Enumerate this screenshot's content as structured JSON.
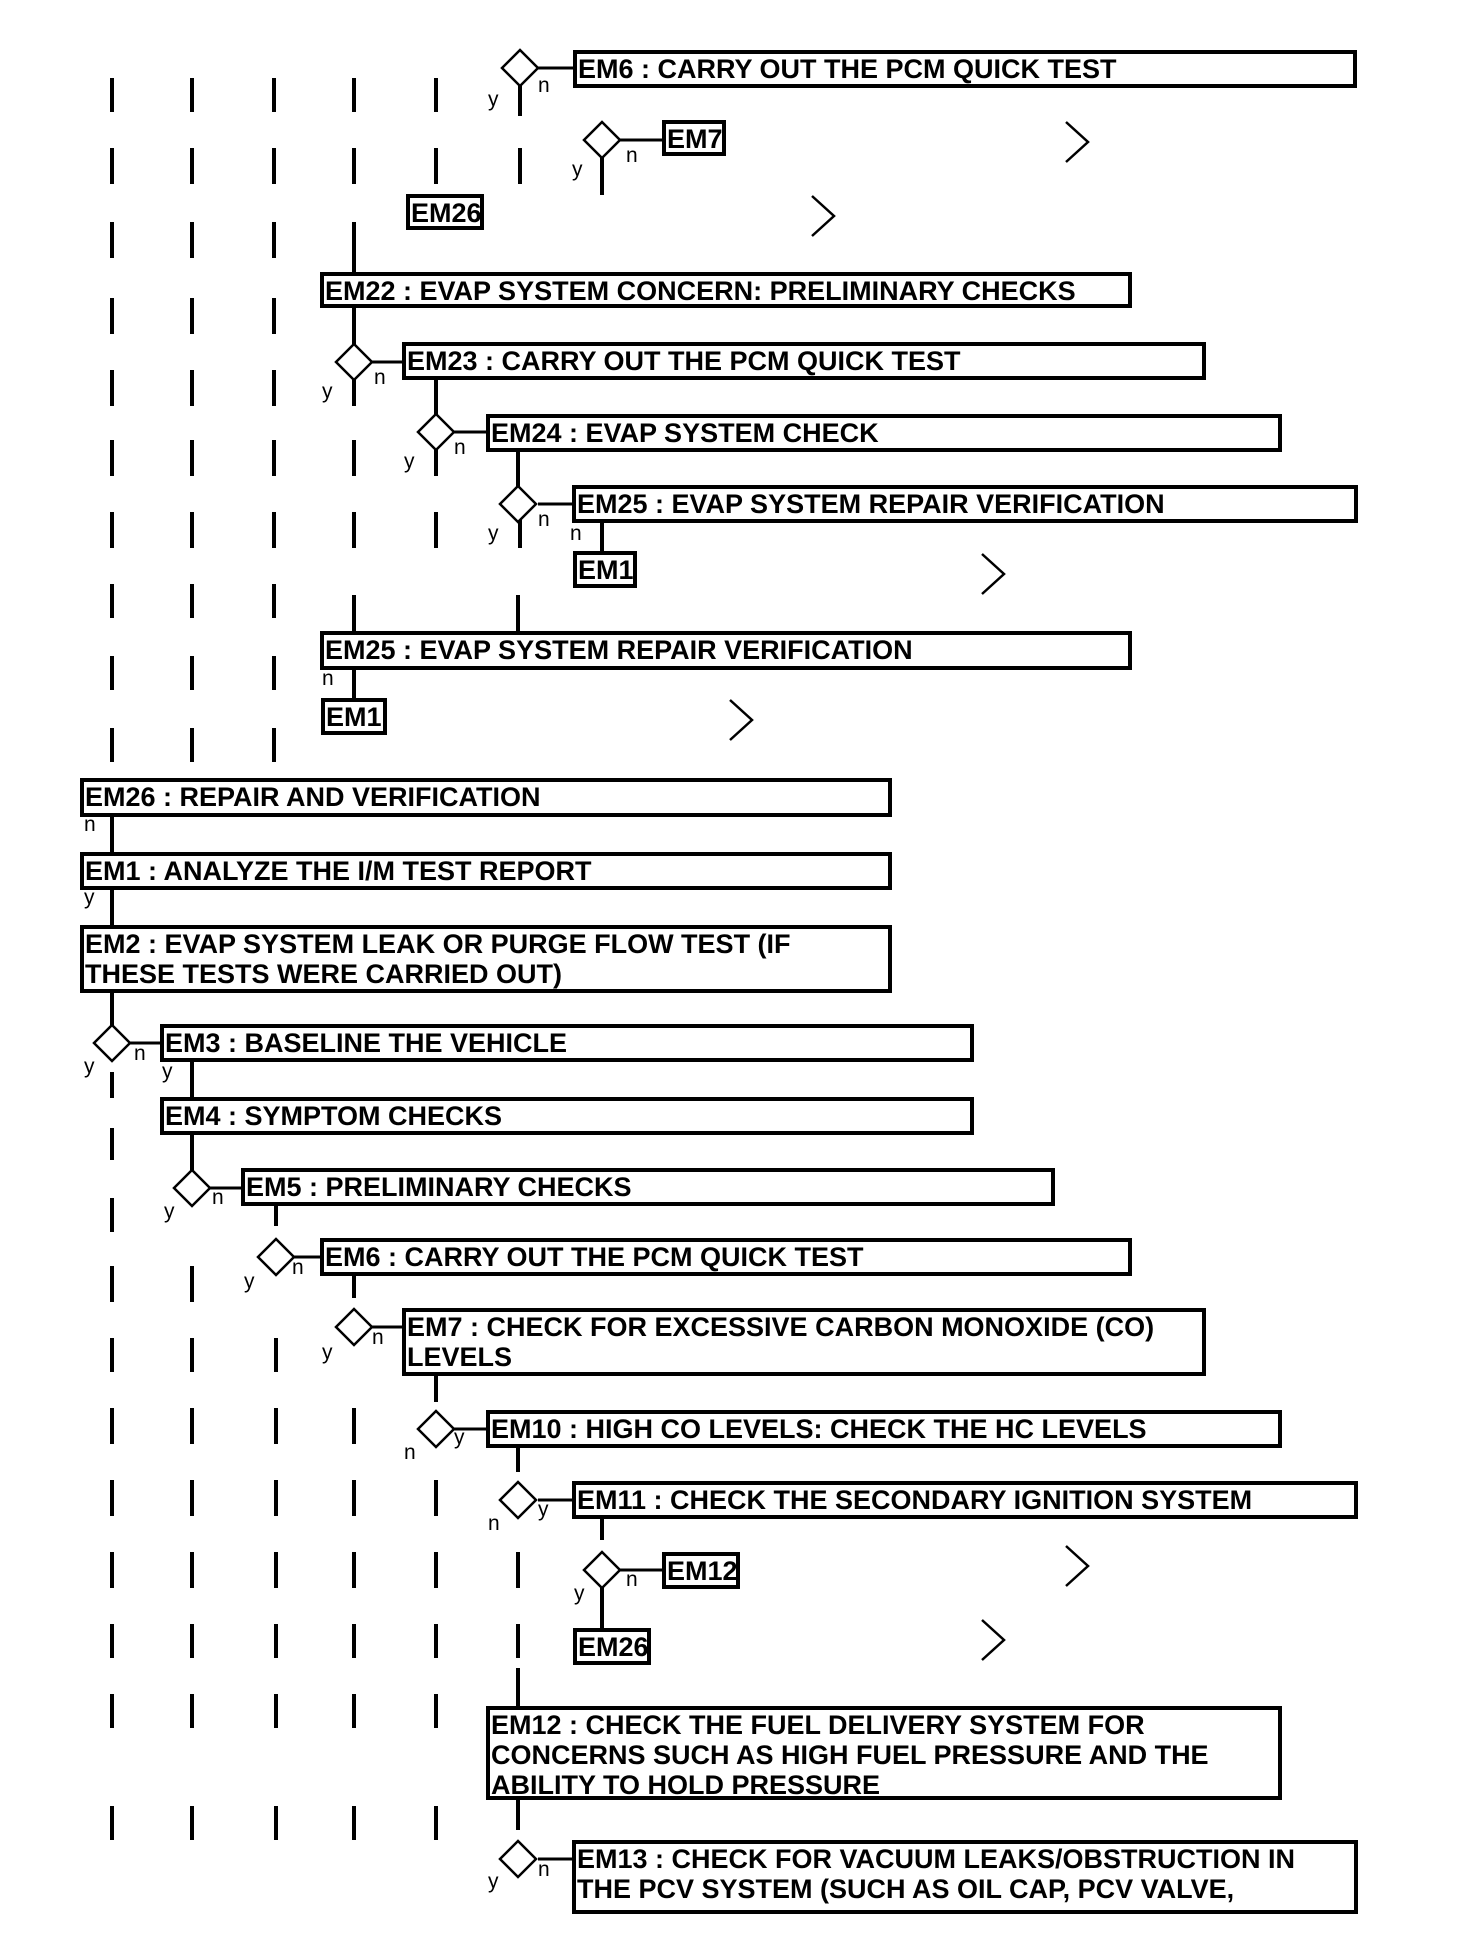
{
  "boxes": [
    {
      "text": [
        "EM6 : CARRY OUT THE PCM QUICK TEST"
      ]
    },
    {
      "text": [
        "EM7"
      ]
    },
    {
      "text": [
        "EM26"
      ]
    },
    {
      "text": [
        "EM22 : EVAP SYSTEM CONCERN: PRELIMINARY CHECKS"
      ]
    },
    {
      "text": [
        "EM23 : CARRY OUT THE PCM QUICK TEST"
      ]
    },
    {
      "text": [
        "EM24 : EVAP SYSTEM CHECK"
      ]
    },
    {
      "text": [
        "EM25 : EVAP SYSTEM REPAIR VERIFICATION"
      ]
    },
    {
      "text": [
        "EM1"
      ]
    },
    {
      "text": [
        "EM25 : EVAP SYSTEM REPAIR VERIFICATION"
      ]
    },
    {
      "text": [
        "EM1"
      ]
    },
    {
      "text": [
        "EM26 : REPAIR AND VERIFICATION"
      ]
    },
    {
      "text": [
        "EM1 : ANALYZE THE I/M TEST REPORT"
      ]
    },
    {
      "text": [
        "EM2 : EVAP SYSTEM LEAK OR PURGE FLOW TEST (IF",
        "THESE TESTS WERE CARRIED OUT)"
      ]
    },
    {
      "text": [
        "EM3 : BASELINE THE VEHICLE"
      ]
    },
    {
      "text": [
        "EM4 : SYMPTOM CHECKS"
      ]
    },
    {
      "text": [
        "EM5 : PRELIMINARY CHECKS"
      ]
    },
    {
      "text": [
        "EM6 : CARRY OUT THE PCM QUICK TEST"
      ]
    },
    {
      "text": [
        "EM7 : CHECK FOR EXCESSIVE CARBON MONOXIDE (CO)",
        "LEVELS"
      ]
    },
    {
      "text": [
        "EM10 : HIGH CO LEVELS: CHECK THE HC LEVELS"
      ]
    },
    {
      "text": [
        "EM11 : CHECK THE SECONDARY IGNITION SYSTEM"
      ]
    },
    {
      "text": [
        "EM12"
      ]
    },
    {
      "text": [
        "EM26"
      ]
    },
    {
      "text": [
        "EM12 : CHECK THE FUEL DELIVERY SYSTEM FOR",
        "CONCERNS SUCH AS HIGH FUEL PRESSURE AND THE",
        "ABILITY TO HOLD PRESSURE"
      ]
    },
    {
      "text": [
        "EM13 : CHECK FOR VACUUM LEAKS/OBSTRUCTION IN",
        "THE PCV SYSTEM (SUCH AS OIL CAP, PCV VALVE,"
      ]
    }
  ],
  "branch_labels": {
    "yes": "y",
    "no": "n"
  }
}
